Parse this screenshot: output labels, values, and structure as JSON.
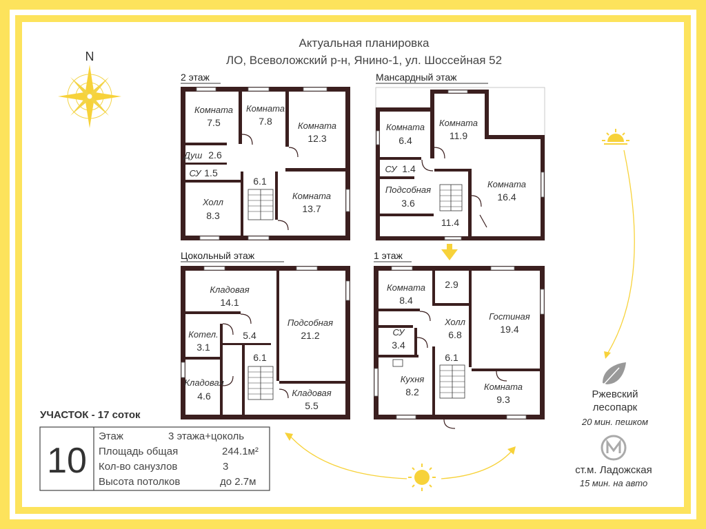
{
  "header": {
    "line1": "Актуальная планировка",
    "line2": "ЛО, Всеволожский р-н, Янино-1, ул. Шоссейная 52"
  },
  "compass": {
    "north": "N"
  },
  "floors": {
    "second": {
      "name": "2 этаж",
      "rooms": [
        {
          "name": "Комната",
          "area": "7.5"
        },
        {
          "name": "Комната",
          "area": "7.8"
        },
        {
          "name": "Комната",
          "area": "12.3"
        },
        {
          "name": "Душ",
          "area": "2.6"
        },
        {
          "name": "СУ",
          "area": "1.5"
        },
        {
          "name": "",
          "area": "6.1"
        },
        {
          "name": "Холл",
          "area": "8.3"
        },
        {
          "name": "Комната",
          "area": "13.7"
        }
      ]
    },
    "attic": {
      "name": "Мансардный этаж",
      "rooms": [
        {
          "name": "Комната",
          "area": "6.4"
        },
        {
          "name": "Комната",
          "area": "11.9"
        },
        {
          "name": "СУ",
          "area": "1.4"
        },
        {
          "name": "Подсобная",
          "area": "3.6"
        },
        {
          "name": "Комната",
          "area": "16.4"
        },
        {
          "name": "",
          "area": "11.4"
        }
      ]
    },
    "basement": {
      "name": "Цокольный этаж",
      "rooms": [
        {
          "name": "Кладовая",
          "area": "14.1"
        },
        {
          "name": "Подсобная",
          "area": "21.2"
        },
        {
          "name": "Котел.",
          "area": "3.1"
        },
        {
          "name": "",
          "area": "5.4"
        },
        {
          "name": "",
          "area": "6.1"
        },
        {
          "name": "Кладовая",
          "area": "4.6"
        },
        {
          "name": "Кладовая",
          "area": "5.5"
        }
      ]
    },
    "first": {
      "name": "1 этаж",
      "rooms": [
        {
          "name": "Комната",
          "area": "8.4"
        },
        {
          "name": "",
          "area": "2.9"
        },
        {
          "name": "Гостиная",
          "area": "19.4"
        },
        {
          "name": "Холл",
          "area": "6.8"
        },
        {
          "name": "СУ",
          "area": "3.4"
        },
        {
          "name": "",
          "area": "6.1"
        },
        {
          "name": "Кухня",
          "area": "8.2"
        },
        {
          "name": "Комната",
          "area": "9.3"
        }
      ]
    }
  },
  "plot": {
    "label": "УЧАСТОК - 17 соток"
  },
  "info": {
    "number": "10",
    "rows": [
      {
        "label": "Этаж",
        "value": "3 этажа+цоколь"
      },
      {
        "label": "Площадь общая",
        "value": "244.1м²"
      },
      {
        "label": "Кол-во санузлов",
        "value": "3"
      },
      {
        "label": "Высота потолков",
        "value": "до 2.7м"
      }
    ]
  },
  "poi": {
    "park": {
      "line1": "Ржевский",
      "line2": "лесопарк",
      "line3": "20 мин. пешком"
    },
    "metro": {
      "line1": "ст.м. Ладожская",
      "line2": "15 мин. на авто"
    }
  },
  "colors": {
    "frame": "#fde35c",
    "sun": "#f7d23a",
    "wall": "#3b1f1f",
    "text": "#333333"
  },
  "icons": [
    "compass-icon",
    "sun-icon",
    "leaf-icon",
    "metro-icon",
    "entrance-arrow-icon"
  ]
}
